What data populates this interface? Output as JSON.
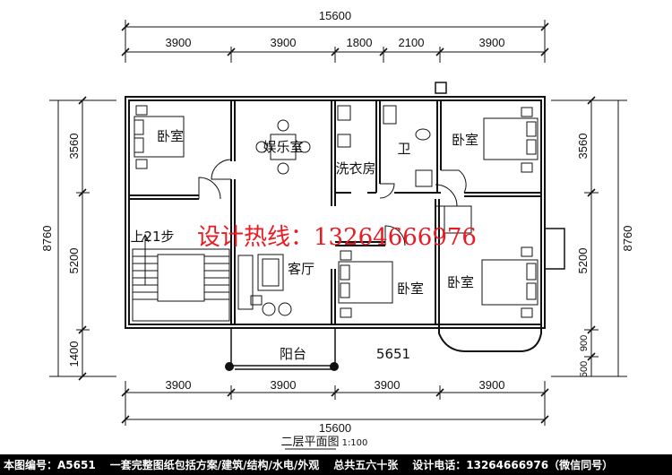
{
  "dimensions": {
    "top_total": "15600",
    "top_segments": [
      "3900",
      "3900",
      "1800",
      "2100",
      "3900"
    ],
    "bottom_segments": [
      "3900",
      "3900",
      "3900",
      "3900"
    ],
    "bottom_total": "15600",
    "left_total": "8760",
    "left_segments": [
      "3560",
      "5200",
      "1400"
    ],
    "right_total": "8760",
    "right_segments": [
      "3560",
      "5200",
      "900",
      "500"
    ]
  },
  "rooms": {
    "bedroom_nw": "卧室",
    "entertainment": "娱乐室",
    "laundry": "洗衣房",
    "bathroom": "卫",
    "bedroom_ne": "卧室",
    "stairs": "上21步",
    "living": "客厅",
    "bedroom_mid": "卧室",
    "bedroom_se": "卧室",
    "balcony": "阳台"
  },
  "plan_code": "5651",
  "watermark": "设计热线：13264666976",
  "caption": {
    "title": "二层平面图",
    "scale": "1:100"
  },
  "footer": {
    "drawing_no": "本图编号：A5651",
    "package": "一套完整图纸包括方案/建筑/结构/水电/外观",
    "sheets": "总共五六十张",
    "phone": "设计电话：13264666976（微信同号）"
  }
}
